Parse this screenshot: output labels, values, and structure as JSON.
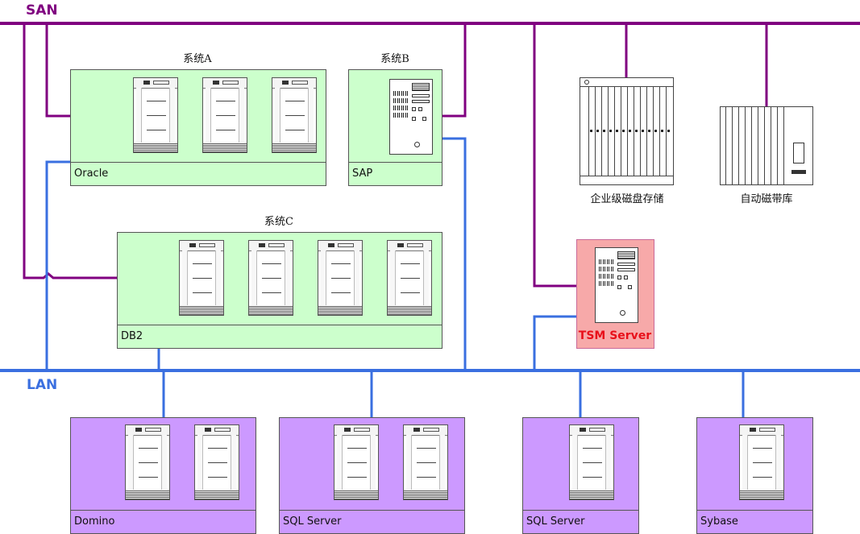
{
  "buses": {
    "san": {
      "label": "SAN",
      "color": "#800080"
    },
    "lan": {
      "label": "LAN",
      "color": "#3a6fe0"
    }
  },
  "systems": {
    "a": {
      "title": "系统A",
      "name": "Oracle",
      "servers": 3
    },
    "b": {
      "title": "系统B",
      "name": "SAP",
      "servers": 1
    },
    "c": {
      "title": "系统C",
      "name": "DB2",
      "servers": 4
    }
  },
  "storage": {
    "disk": {
      "caption": "企业级磁盘存储"
    },
    "tape": {
      "caption": "自动磁带库"
    }
  },
  "tsm": {
    "name": "TSM Server",
    "color": "#e8101a"
  },
  "lan_clients": [
    {
      "name": "Domino",
      "servers": 2
    },
    {
      "name": "SQL Server",
      "servers": 2
    },
    {
      "name": "SQL Server",
      "servers": 1
    },
    {
      "name": "Sybase",
      "servers": 1
    }
  ],
  "colors": {
    "system_box": "#ccffcc",
    "client_box": "#cc99ff",
    "tsm_box": "#f7a9a9"
  }
}
